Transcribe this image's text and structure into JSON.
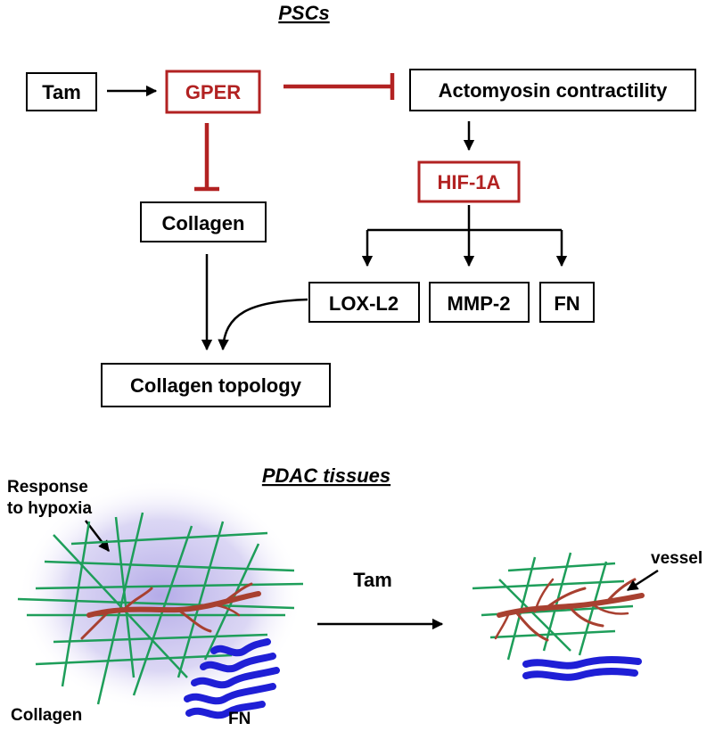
{
  "top": {
    "heading": "PSCs",
    "nodes": {
      "tam": "Tam",
      "gper": "GPER",
      "actomyosin": "Actomyosin contractility",
      "hif": "HIF-1A",
      "collagen": "Collagen",
      "lox": "LOX-L2",
      "mmp": "MMP-2",
      "fn": "FN",
      "topology": "Collagen topology"
    }
  },
  "bottom": {
    "heading": "PDAC tissues",
    "response_line1": "Response",
    "response_line2": "to hypoxia",
    "collagen_label": "Collagen",
    "fn_label": "FN",
    "tam_label": "Tam",
    "vessel_label": "vessel"
  },
  "colors": {
    "red": "#b22222",
    "green": "#1e9e5a",
    "blue": "#1f1fd6",
    "vessel": "#a84030",
    "haze": "#9b8fe0"
  }
}
